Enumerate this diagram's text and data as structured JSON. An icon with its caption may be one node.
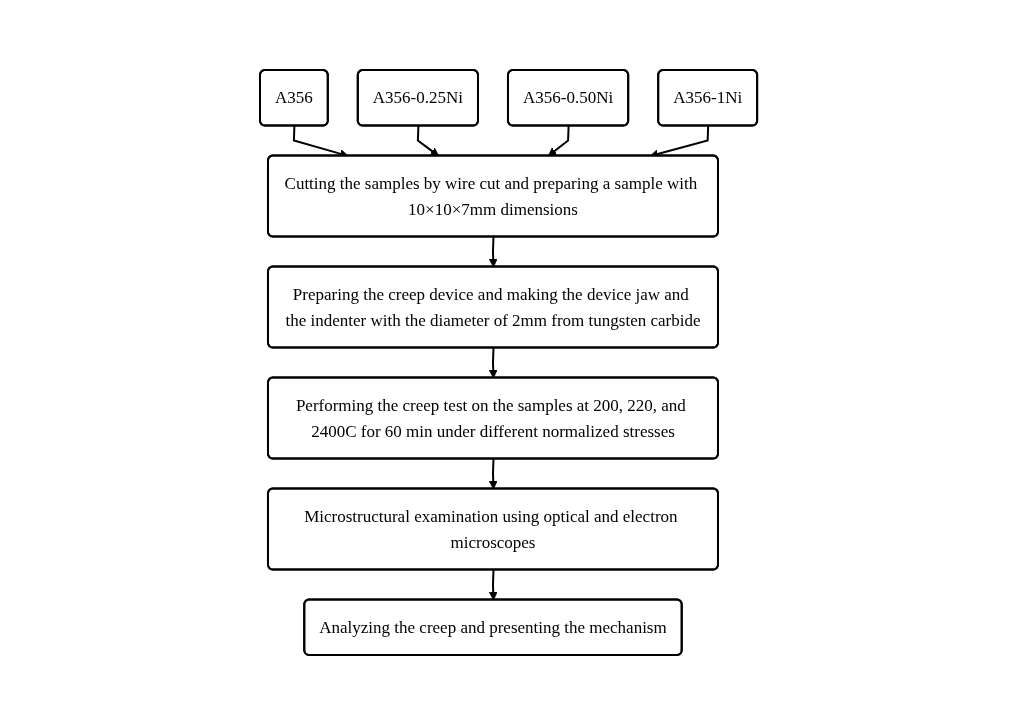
{
  "diagram": {
    "nodes": [
      {
        "text": [
          "A356"
        ]
      },
      {
        "text": [
          "A356-0.25Ni"
        ]
      },
      {
        "text": [
          "A356-0.50Ni"
        ]
      },
      {
        "text": [
          "A356-1Ni"
        ]
      },
      {
        "text": [
          "Cutting the samples by wire cut and preparing a sample with 10×10×7mm dimensions"
        ]
      },
      {
        "text": [
          "Preparing the creep device and making the device jaw and the indenter with the diameter of 2mm from tungsten carbide"
        ]
      },
      {
        "text": [
          "Performing the creep test on the samples at 200, 220, and 2400C for 60 min under different normalized stresses"
        ]
      },
      {
        "text": [
          "Microstructural examination using optical and electron microscopes"
        ]
      },
      {
        "text": [
          "Analyzing the creep and presenting the mechanism"
        ]
      }
    ],
    "edges": [
      {
        "from": 0,
        "to": 4,
        "arrow": "to"
      },
      {
        "from": 1,
        "to": 4,
        "arrow": "to"
      },
      {
        "from": 2,
        "to": 4,
        "arrow": "to"
      },
      {
        "from": 3,
        "to": 4,
        "arrow": "to"
      },
      {
        "from": 4,
        "to": 5,
        "arrow": "to"
      },
      {
        "from": 5,
        "to": 6,
        "arrow": "to"
      },
      {
        "from": 6,
        "to": 7,
        "arrow": "to"
      },
      {
        "from": 7,
        "to": 8,
        "arrow": "to"
      }
    ]
  }
}
